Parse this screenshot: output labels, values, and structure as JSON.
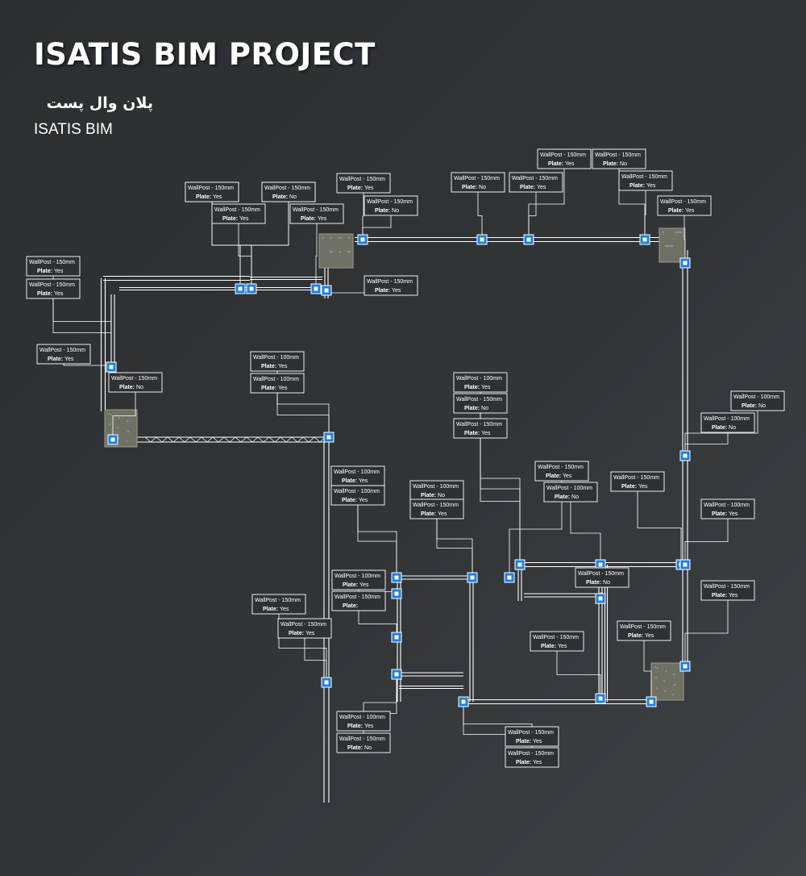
{
  "header": {
    "title": "ISATIS BIM PROJECT",
    "subtitle_fa": "پلان وال پست",
    "brand": "ISATIS BIM"
  },
  "colors": {
    "post_blue": "#1e7fe0",
    "line_white": "#ffffff",
    "column_fill": "#6e7164",
    "tag_border": "#ffffff"
  },
  "wall_posts": [
    {
      "id": "wp1",
      "label": "WallPost - 150mm",
      "plate": "No"
    },
    {
      "id": "wp2",
      "label": "WallPost - 150mm",
      "plate": "Yes"
    },
    {
      "id": "wp3",
      "label": "WallPost - 150mm",
      "plate": "No"
    },
    {
      "id": "wp4",
      "label": "WallPost - 150mm",
      "plate": "No"
    },
    {
      "id": "wp5",
      "label": "WallPost - 150mm",
      "plate": "Yes"
    },
    {
      "id": "wp6",
      "label": "WallPost - 150mm",
      "plate": "Yes"
    },
    {
      "id": "wp7",
      "label": "WallPost - 150mm",
      "plate": "Yes"
    },
    {
      "id": "wp8",
      "label": "WallPost - 150mm",
      "plate": "No"
    },
    {
      "id": "wp9",
      "label": "WallPost - 150mm",
      "plate": "No"
    },
    {
      "id": "wp10",
      "label": "WallPost - 150mm",
      "plate": "Yes"
    },
    {
      "id": "wp11",
      "label": "WallPost - 150mm",
      "plate": "Yes"
    },
    {
      "id": "wp12",
      "label": "WallPost - 150mm",
      "plate": "No"
    },
    {
      "id": "wp13",
      "label": "WallPost - 150mm",
      "plate": "Yes"
    },
    {
      "id": "wp14",
      "label": "WallPost - 150mm",
      "plate": "Yes"
    },
    {
      "id": "wp15",
      "label": "WallPost - 150mm",
      "plate": "Yes"
    },
    {
      "id": "wp16",
      "label": "WallPost - 150mm",
      "plate": "Yes"
    },
    {
      "id": "wp17",
      "label": "WallPost - 150mm",
      "plate": "Yes"
    },
    {
      "id": "wp18",
      "label": "WallPost - 150mm",
      "plate": "Yes"
    },
    {
      "id": "wp19",
      "label": "WallPost - 150mm",
      "plate": "No"
    },
    {
      "id": "wp20",
      "label": "WallPost - 100mm",
      "plate": "Yes"
    },
    {
      "id": "wp21",
      "label": "WallPost - 100mm",
      "plate": "Yes"
    },
    {
      "id": "wp22",
      "label": "WallPost - 100mm",
      "plate": "Yes"
    },
    {
      "id": "wp23",
      "label": "WallPost - 150mm",
      "plate": "No"
    },
    {
      "id": "wp24",
      "label": "WallPost - 150mm",
      "plate": "Yes"
    },
    {
      "id": "wp25",
      "label": "WallPost - 100mm",
      "plate": "No"
    },
    {
      "id": "wp26",
      "label": "WallPost - 100mm",
      "plate": "No"
    },
    {
      "id": "wp27",
      "label": "WallPost - 100mm",
      "plate": "Yes"
    },
    {
      "id": "wp28",
      "label": "WallPost - 100mm",
      "plate": "Yes"
    },
    {
      "id": "wp29",
      "label": "WallPost - 100mm",
      "plate": "No"
    },
    {
      "id": "wp30",
      "label": "WallPost - 150mm",
      "plate": "Yes"
    },
    {
      "id": "wp31",
      "label": "WallPost - 150mm",
      "plate": "Yes"
    },
    {
      "id": "wp32",
      "label": "WallPost - 100mm",
      "plate": "No"
    },
    {
      "id": "wp33",
      "label": "WallPost - 150mm",
      "plate": "Yes"
    },
    {
      "id": "wp34",
      "label": "WallPost - 100mm",
      "plate": "Yes"
    },
    {
      "id": "wp35",
      "label": "WallPost - 100mm",
      "plate": "Yes"
    },
    {
      "id": "wp36",
      "label": "WallPost - 150mm",
      "plate": ""
    },
    {
      "id": "wp37",
      "label": "WallPost - 150mm",
      "plate": "No"
    },
    {
      "id": "wp38",
      "label": "WallPost - 150mm",
      "plate": "Yes"
    },
    {
      "id": "wp39",
      "label": "WallPost - 150mm",
      "plate": "Yes"
    },
    {
      "id": "wp40",
      "label": "WallPost - 150mm",
      "plate": "Yes"
    },
    {
      "id": "wp41",
      "label": "WallPost - 150mm",
      "plate": "Yes"
    },
    {
      "id": "wp42",
      "label": "WallPost - 150mm",
      "plate": "Yes"
    },
    {
      "id": "wp43",
      "label": "WallPost - 100mm",
      "plate": "Yes"
    },
    {
      "id": "wp44",
      "label": "WallPost - 150mm",
      "plate": "No"
    },
    {
      "id": "wp45",
      "label": "WallPost - 150mm",
      "plate": "Yes"
    },
    {
      "id": "wp46",
      "label": "WallPost - 150mm",
      "plate": "Yes"
    }
  ]
}
